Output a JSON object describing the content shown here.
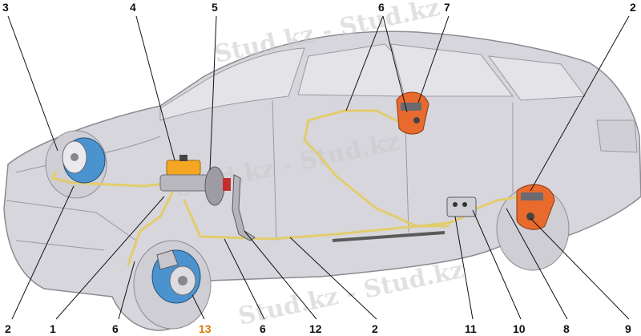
{
  "diagram": {
    "labels": {
      "l1": "1",
      "l2a": "2",
      "l2b": "2",
      "l2c": "2",
      "l3": "3",
      "l4": "4",
      "l5": "5",
      "l6a": "6",
      "l6b": "6",
      "l6c": "6",
      "l7": "7",
      "l8": "8",
      "l9": "9",
      "l10": "10",
      "l11": "11",
      "l12": "12",
      "l13": "13"
    },
    "watermark": "Stud.kz - Stud.kz",
    "colors": {
      "car_body": "#d7d6dc",
      "car_outline": "#8c8b92",
      "brake_line": "#e3cc6c",
      "disc_blue": "#4a93cf",
      "drum_orange": "#e86a2c",
      "reservoir": "#f5a623",
      "label_text": "#111111",
      "label_highlight": "#d87a00"
    }
  }
}
